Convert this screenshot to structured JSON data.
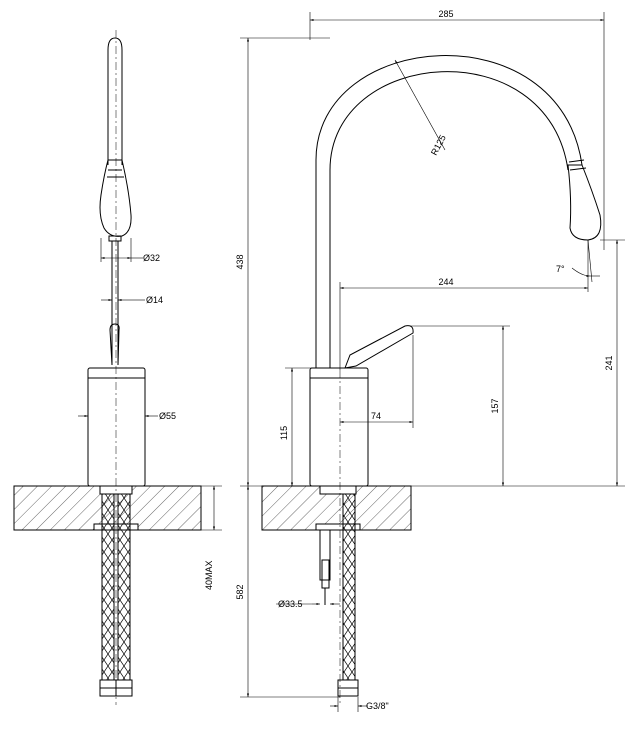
{
  "dimensions": {
    "overall_width": "285",
    "arc_radius": "R125",
    "spout_reach": "244",
    "spout_angle": "7°",
    "total_height": "438",
    "outlet_height": "241",
    "lever_height": "157",
    "body_height": "115",
    "lever_length": "74",
    "tip_diameter": "Ø32",
    "neck_diameter": "Ø14",
    "body_diameter": "Ø55",
    "max_deck_thickness": "40MAX",
    "hose_length": "582",
    "shank_diameter": "Ø33.5",
    "thread": "G3/8\""
  }
}
